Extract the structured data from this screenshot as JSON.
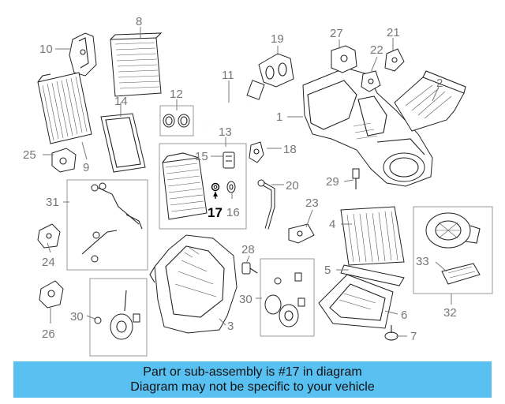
{
  "labels": [
    "1",
    "2",
    "3",
    "4",
    "5",
    "6",
    "7",
    "8",
    "9",
    "10",
    "11",
    "12",
    "13",
    "14",
    "15",
    "16",
    "17",
    "18",
    "19",
    "20",
    "21",
    "22",
    "23",
    "24",
    "25",
    "26",
    "27",
    "28",
    "29",
    "30",
    "30",
    "31",
    "32",
    "33"
  ],
  "highlight": "17",
  "colors": {
    "banner": "#59c0f2",
    "label": "#777777",
    "highlight_label": "#000000"
  },
  "banner": {
    "line1": "Part or sub-assembly is #17 in diagram",
    "line2": "Diagram may not be specific to your vehicle"
  }
}
